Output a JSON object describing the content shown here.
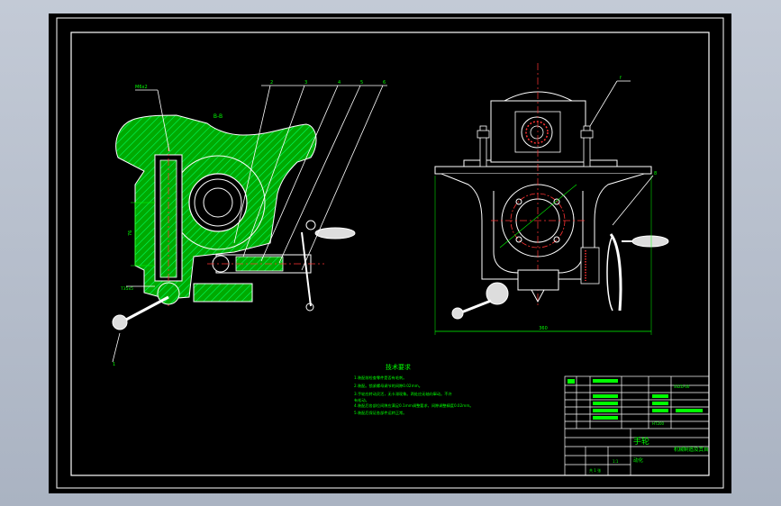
{
  "colors": {
    "sheet": "#000000",
    "line": "#ffffff",
    "section": "#00aa00",
    "hatch": "#00ff00",
    "dim": "#00ff00",
    "center": "#ff3333",
    "note": "#00ff00",
    "panel": "#7f8899"
  },
  "section_view": {
    "title": "B-B",
    "callouts": [
      "2",
      "3",
      "4",
      "5",
      "6"
    ],
    "left_tag": "M6x2",
    "bottom_tag": "1",
    "height_dim": "76",
    "bolt_tag": "T35x5"
  },
  "front_view": {
    "callout_top": "f",
    "callout_side": "8",
    "width_dim": "360"
  },
  "notes": {
    "title": "技术要求",
    "lines": [
      "1.装配前检查零件是否有毛刺。",
      "2.装配。锁紧螺母调节的间隙0.02mm。",
      "3.手轮应转动灵活，无卡滞现象。两处应无轴向窜动。不许",
      "有松动。",
      "4.装配后各部位间隙应满足0.1mm调整要求，间隙调整精度0.02mm。",
      "5.装配后保证各部件运转正常。"
    ]
  },
  "title_block": {
    "name": "手轮",
    "unit_line": "机械制造及其自",
    "unit_line2": "动化",
    "drawing_no": "SSZD-00",
    "scale": "1:1",
    "sheet": "共 1 张",
    "material": "HT200"
  }
}
